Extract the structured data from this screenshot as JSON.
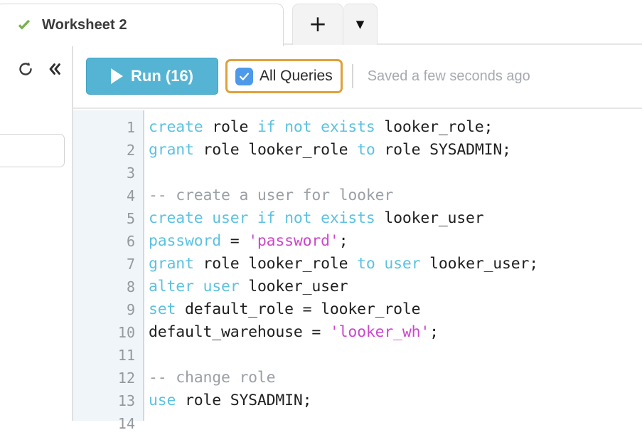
{
  "tab_bar": {
    "active_tab": {
      "title": "Worksheet 2",
      "status_icon": "green-check-icon"
    },
    "add_tab_label": "+",
    "tab_menu_caret": "▼"
  },
  "left_rail": {
    "refresh_icon": "refresh-icon",
    "collapse_icon": "double-chevron-left-icon",
    "search_input_value": "",
    "search_input_placeholder": ""
  },
  "toolbar": {
    "run_label": "Run (16)",
    "run_icon": "play-icon",
    "run_color": "#55b4d4",
    "all_queries_label": "All Queries",
    "all_queries_checked": true,
    "all_queries_highlight_color": "#e0a03a",
    "checkbox_color": "#4d9aea",
    "saved_status": "Saved a few seconds ago"
  },
  "editor": {
    "gutter_bg": "#eff5f8",
    "line_numbers": [
      "1",
      "2",
      "3",
      "4",
      "5",
      "6",
      "7",
      "8",
      "9",
      "10",
      "11",
      "12",
      "13",
      "14"
    ],
    "lines": [
      {
        "n": "1",
        "tokens": [
          {
            "t": "create",
            "c": "kw"
          },
          {
            "t": " role ",
            "c": "pln"
          },
          {
            "t": "if not exists",
            "c": "kw"
          },
          {
            "t": " looker_role;",
            "c": "pln"
          }
        ]
      },
      {
        "n": "2",
        "tokens": [
          {
            "t": "grant",
            "c": "kw"
          },
          {
            "t": " role looker_role ",
            "c": "pln"
          },
          {
            "t": "to",
            "c": "kw"
          },
          {
            "t": " role SYSADMIN;",
            "c": "pln"
          }
        ]
      },
      {
        "n": "3",
        "tokens": []
      },
      {
        "n": "4",
        "tokens": [
          {
            "t": "-- create a user for looker",
            "c": "cmt"
          }
        ]
      },
      {
        "n": "5",
        "tokens": [
          {
            "t": "create user if not exists",
            "c": "kw"
          },
          {
            "t": " looker_user",
            "c": "pln"
          }
        ]
      },
      {
        "n": "6",
        "tokens": [
          {
            "t": "password",
            "c": "kw"
          },
          {
            "t": " = ",
            "c": "pln"
          },
          {
            "t": "'password'",
            "c": "str"
          },
          {
            "t": ";",
            "c": "pln"
          }
        ]
      },
      {
        "n": "7",
        "tokens": [
          {
            "t": "grant",
            "c": "kw"
          },
          {
            "t": " role looker_role ",
            "c": "pln"
          },
          {
            "t": "to user",
            "c": "kw"
          },
          {
            "t": " looker_user;",
            "c": "pln"
          }
        ]
      },
      {
        "n": "8",
        "tokens": [
          {
            "t": "alter user",
            "c": "kw"
          },
          {
            "t": " looker_user",
            "c": "pln"
          }
        ]
      },
      {
        "n": "9",
        "tokens": [
          {
            "t": "set",
            "c": "kw"
          },
          {
            "t": " default_role = looker_role",
            "c": "pln"
          }
        ]
      },
      {
        "n": "10",
        "tokens": [
          {
            "t": "default_warehouse = ",
            "c": "pln"
          },
          {
            "t": "'looker_wh'",
            "c": "str"
          },
          {
            "t": ";",
            "c": "pln"
          }
        ]
      },
      {
        "n": "11",
        "tokens": []
      },
      {
        "n": "12",
        "tokens": [
          {
            "t": "-- change role",
            "c": "cmt"
          }
        ]
      },
      {
        "n": "13",
        "tokens": [
          {
            "t": "use",
            "c": "kw"
          },
          {
            "t": " role SYSADMIN;",
            "c": "pln"
          }
        ]
      },
      {
        "n": "14",
        "tokens": []
      }
    ],
    "syntax_colors": {
      "keyword": "#5bc2e0",
      "string": "#cc46cc",
      "comment": "#9aa0a6",
      "plain": "#1f1f1f"
    }
  }
}
